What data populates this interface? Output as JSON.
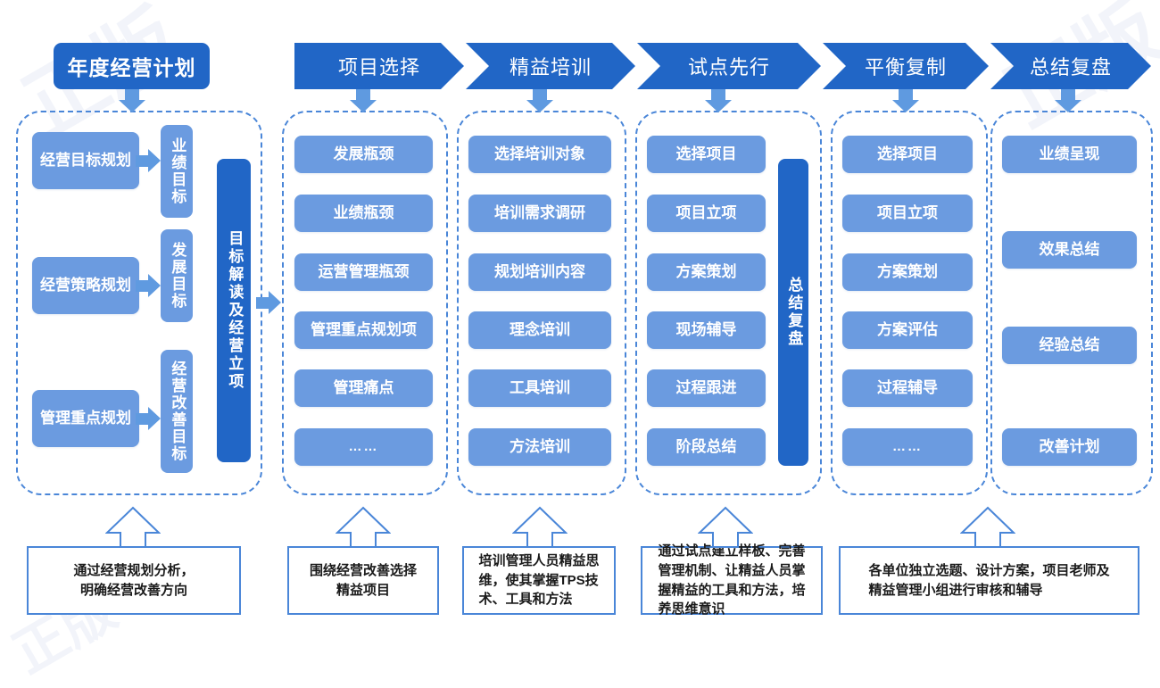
{
  "header": {
    "plan_title": "年度经营计划",
    "stages": [
      {
        "label": "项目选择"
      },
      {
        "label": "精益培训"
      },
      {
        "label": "试点先行"
      },
      {
        "label": "平衡复制"
      },
      {
        "label": "总结复盘"
      }
    ]
  },
  "colors": {
    "dark_blue": "#2166c6",
    "light_blue": "#6b9be0",
    "arrow_blue": "#5f9ae0",
    "dashed_border": "#4a86d8",
    "callout_text": "#1a1a1a"
  },
  "columns": [
    {
      "name": "年度经营计划",
      "plans": [
        "经营目标规划",
        "经营策略规划",
        "管理重点规划"
      ],
      "goals": [
        "业绩目标",
        "发展目标",
        "经营改善目标"
      ],
      "side_label": "目标解读及经营立项",
      "caption": "通过经营规划分析，\n明确经营改善方向"
    },
    {
      "name": "项目选择",
      "items": [
        "发展瓶颈",
        "业绩瓶颈",
        "运营管理瓶颈",
        "管理重点规划项",
        "管理痛点",
        "……"
      ],
      "caption": "围绕经营改善选择\n精益项目"
    },
    {
      "name": "精益培训",
      "items": [
        "选择培训对象",
        "培训需求调研",
        "规划培训内容",
        "理念培训",
        "工具培训",
        "方法培训"
      ],
      "caption": "培训管理人员精益思\n维，使其掌握TPS技\n术、工具和方法"
    },
    {
      "name": "试点先行",
      "items": [
        "选择项目",
        "项目立项",
        "方案策划",
        "现场辅导",
        "过程跟进",
        "阶段总结"
      ],
      "side_label": "总结复盘",
      "caption": "通过试点建立样板、完善\n管理机制、让精益人员掌\n握精益的工具和方法，培\n养思维意识"
    },
    {
      "name": "平衡复制",
      "items": [
        "选择项目",
        "项目立项",
        "方案策划",
        "方案评估",
        "过程辅导",
        "……"
      ],
      "caption": "各单位独立选题、设计方案，项目老师及\n精益管理小组进行审核和辅导"
    },
    {
      "name": "总结复盘",
      "items": [
        "业绩呈现",
        "效果总结",
        "经验总结",
        "改善计划"
      ],
      "caption": ""
    }
  ],
  "watermarks": [
    "正版图",
    "正版图"
  ]
}
